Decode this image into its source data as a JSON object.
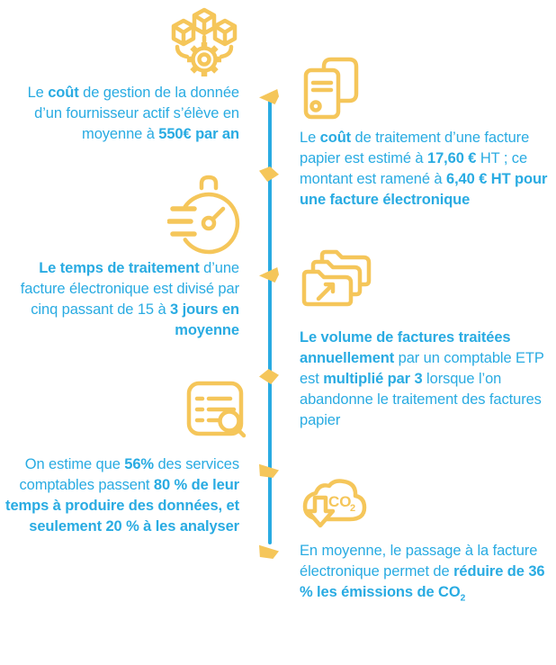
{
  "palette": {
    "blue": "#29ABE2",
    "yellow": "#F5C65A",
    "bg": "#FFFFFF"
  },
  "icons": {
    "co2_label": "CO",
    "co2_label_sub": "2"
  },
  "items": [
    {
      "id": "supplier-data-cost",
      "side": "left",
      "icon": "cubes-gear-icon",
      "segments": [
        {
          "t": "Le "
        },
        {
          "t": "coût",
          "b": 1
        },
        {
          "t": " de gestion de la donnée d’un fournisseur actif s’élève en moyenne à "
        },
        {
          "t": "550€ par an",
          "b": 1
        }
      ]
    },
    {
      "id": "invoice-processing-cost",
      "side": "right",
      "icon": "invoices-icon",
      "segments": [
        {
          "t": "Le "
        },
        {
          "t": "coût",
          "b": 1
        },
        {
          "t": " de traitement d’une facture papier est estimé à "
        },
        {
          "t": "17,60 €",
          "b": 1
        },
        {
          "t": " HT ; ce montant est ramené à "
        },
        {
          "t": "6,40 € HT pour une facture électronique",
          "b": 1
        }
      ]
    },
    {
      "id": "processing-time",
      "side": "left",
      "icon": "stopwatch-icon",
      "segments": [
        {
          "t": "Le temps de traitement",
          "b": 1
        },
        {
          "t": " d’une facture électronique est divisé par cinq passant de 15 à "
        },
        {
          "t": "3 jours en moyenne",
          "b": 1
        }
      ]
    },
    {
      "id": "invoice-volume",
      "side": "right",
      "icon": "folders-arrow-icon",
      "segments": [
        {
          "t": "Le volume de factures traitées annuellement",
          "b": 1
        },
        {
          "t": " par un comptable ETP est "
        },
        {
          "t": "multiplié par 3",
          "b": 1
        },
        {
          "t": " lorsque l’on abandonne le traitement des factures papier"
        }
      ]
    },
    {
      "id": "data-analysis-split",
      "side": "left",
      "icon": "checklist-search-icon",
      "segments": [
        {
          "t": "On estime que "
        },
        {
          "t": "56%",
          "b": 1
        },
        {
          "t": " des services comptables passent "
        },
        {
          "t": "80 % de leur temps à produire des données, et seulement 20 % à les analyser",
          "b": 1
        }
      ]
    },
    {
      "id": "co2-reduction",
      "side": "right",
      "icon": "co2-cloud-icon",
      "segments": [
        {
          "t": "En moyenne, le passage à la facture électronique permet de "
        },
        {
          "t": "réduire de 36 % les émissions de CO",
          "b": 1
        },
        {
          "t": "2",
          "b": 1,
          "sub": 1
        }
      ]
    }
  ]
}
